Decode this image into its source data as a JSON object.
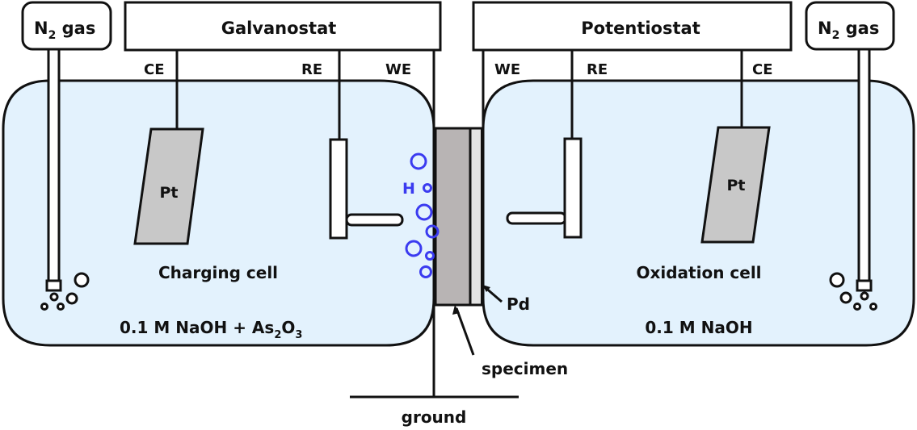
{
  "instruments": {
    "left": {
      "label": "Galvanostat"
    },
    "right": {
      "label": "Potentiostat"
    }
  },
  "gas_inlets": {
    "left": {
      "label_main": "N",
      "label_sub": "2",
      "label_rest": " gas"
    },
    "right": {
      "label_main": "N",
      "label_sub": "2",
      "label_rest": " gas"
    }
  },
  "electrode_leads": {
    "left": {
      "ce": "CE",
      "re": "RE",
      "we": "WE"
    },
    "right": {
      "we": "WE",
      "re": "RE",
      "ce": "CE"
    }
  },
  "cells": {
    "charging": {
      "title": "Charging cell",
      "solution_main": "0.1 M NaOH + As",
      "solution_sub1": "2",
      "solution_mid": "O",
      "solution_sub2": "3",
      "counter_electrode": "Pt"
    },
    "oxidation": {
      "title": "Oxidation cell",
      "solution": "0.1 M NaOH",
      "counter_electrode": "Pt"
    }
  },
  "hydrogen_label": "H",
  "annotations": {
    "pd": "Pd",
    "specimen": "specimen",
    "ground": "ground"
  },
  "colors": {
    "electrolyte": "#e3f2fd",
    "specimen": "#b8b4b4",
    "pd_layer": "#e2e2e2",
    "pt_electrode": "#c8c8c8",
    "hydrogen": "#3b3bf0",
    "line": "#111111"
  }
}
